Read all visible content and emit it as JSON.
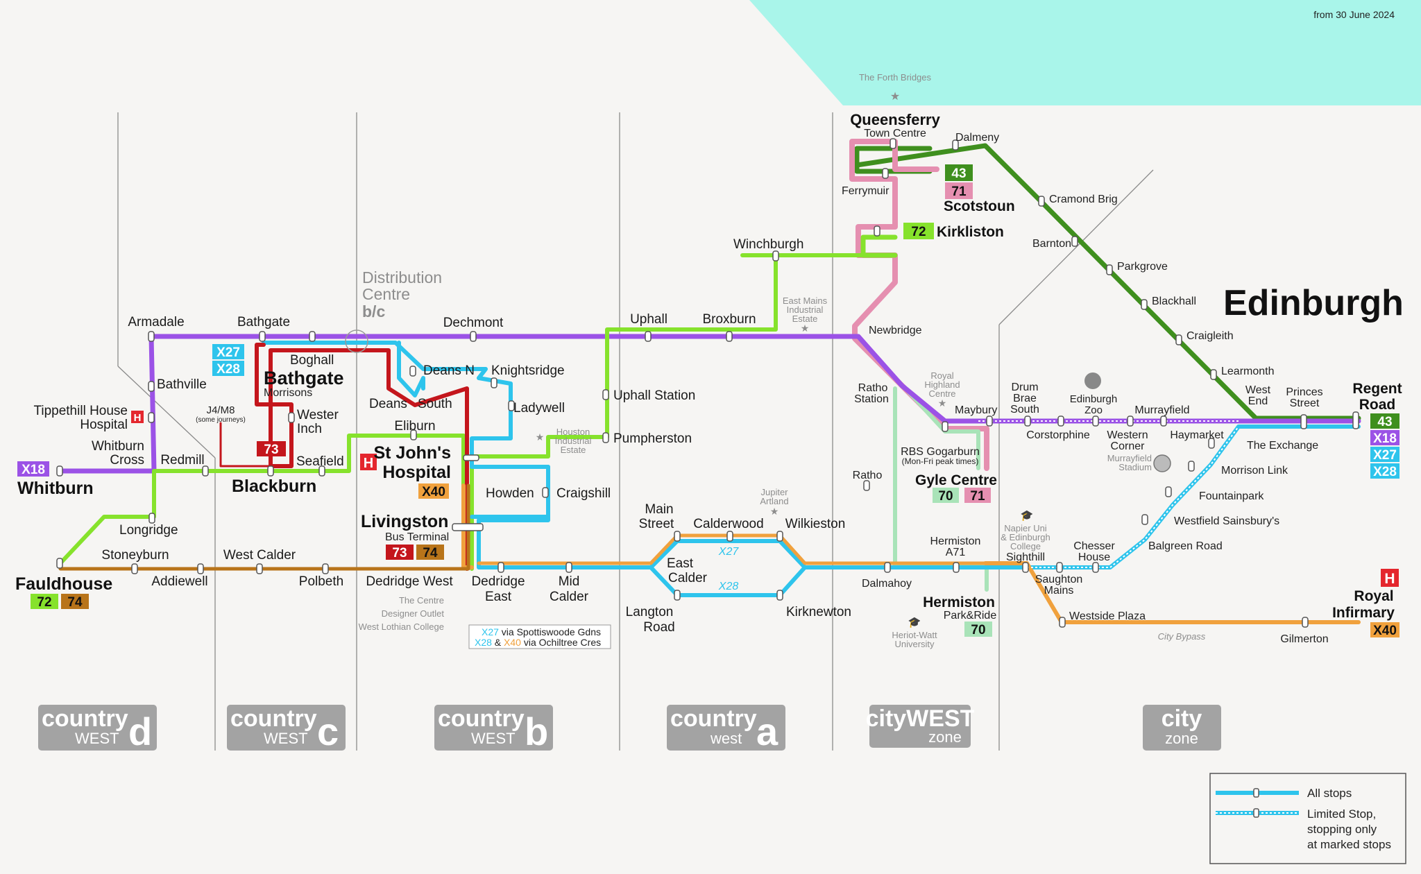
{
  "header": {
    "date": "from 30 June 2024"
  },
  "colors": {
    "x27": "#2ec4ec",
    "x18": "#9b52e6",
    "green43": "#3f8f1e",
    "lime": "#86e22c",
    "pink71": "#e58fb0",
    "red73": "#c4161c",
    "orange": "#f0a13d",
    "brown74": "#b8741a",
    "mint70": "#a9e3b8",
    "sea": "#a9f5ea",
    "hosp": "#e4262d",
    "zone": "#a3a3a3"
  },
  "city": {
    "name": "Edinburgh"
  },
  "landmarks": {
    "forth_bridges": "The Forth Bridges",
    "distribution_centre": [
      "Distribution",
      "Centre",
      "b/c"
    ],
    "east_mains": [
      "East Mains",
      "Industrial",
      "Estate"
    ],
    "royal_highland": [
      "Royal",
      "Highland",
      "Centre"
    ],
    "houston": [
      "Houston",
      "Industrial",
      "Estate"
    ],
    "jupiter": [
      "Jupiter",
      "Artland"
    ],
    "napier": [
      "Napier Uni",
      "& Edinburgh",
      "College"
    ],
    "murrayfield_stadium": [
      "Murrayfield",
      "Stadium"
    ],
    "heriot_watt": [
      "Heriot-Watt",
      "University"
    ],
    "edinburgh_zoo": [
      "Edinburgh",
      "Zoo"
    ],
    "city_bypass": "City Bypass",
    "j4m8": "J4/M8",
    "some_journeys": "(some journeys)",
    "mon_fri": "(Mon-Fri peak times)"
  },
  "stops": {
    "queensferry": "Queensferry",
    "town_centre": "Town Centre",
    "dalmeny": "Dalmeny",
    "ferrymuir": "Ferrymuir",
    "scotstoun": "Scotstoun",
    "cramond_brig": "Cramond Brig",
    "kirkliston": "Kirkliston",
    "barnton": "Barnton",
    "winchburgh": "Winchburgh",
    "parkgrove": "Parkgrove",
    "blackhall": "Blackhall",
    "craigleith": "Craigleith",
    "learmonth": "Learmonth",
    "west_end": [
      "West",
      "End"
    ],
    "princes_street": [
      "Princes",
      "Street"
    ],
    "regent_road": [
      "Regent",
      "Road"
    ],
    "newbridge": "Newbridge",
    "ratho_station": [
      "Ratho",
      "Station"
    ],
    "maybury": "Maybury",
    "drum_brae": [
      "Drum",
      "Brae",
      "South"
    ],
    "corstorphine": "Corstorphine",
    "murrayfield": "Murrayfield",
    "haymarket": "Haymarket",
    "western_corner": [
      "Western",
      "Corner"
    ],
    "the_exchange": "The Exchange",
    "morrison_link": "Morrison Link",
    "fountainpark": "Fountainpark",
    "westfield": "Westfield Sainsbury's",
    "balgreen": "Balgreen Road",
    "rbs_gogarburn": "RBS Gogarburn",
    "gyle_centre": "Gyle Centre",
    "ratho": "Ratho",
    "hermiston_a71": [
      "Hermiston",
      "A71"
    ],
    "sighthill": "Sighthill",
    "chesser": [
      "Chesser",
      "House"
    ],
    "saughton": [
      "Saughton",
      "Mains"
    ],
    "dalmahoy": "Dalmahoy",
    "hermiston_pr": "Hermiston",
    "park_ride": "Park&Ride",
    "westside_plaza": "Westside Plaza",
    "gilmerton": "Gilmerton",
    "royal_infirmary": [
      "Royal",
      "Infirmary"
    ],
    "armadale": "Armadale",
    "bathgate": "Bathgate",
    "boghall": "Boghall",
    "bathgate_m": "Bathgate",
    "morrisons": "Morrisons",
    "dechmont": "Dechmont",
    "uphall": "Uphall",
    "broxburn": "Broxburn",
    "bathville": "Bathville",
    "tippethill": [
      "Tippethill House",
      "Hospital"
    ],
    "whitburn_cross": [
      "Whitburn",
      "Cross"
    ],
    "redmill": "Redmill",
    "whitburn": "Whitburn",
    "blackburn": "Blackburn",
    "seafield": "Seafield",
    "wester_inch": [
      "Wester",
      "Inch"
    ],
    "deans_n": "Deans N",
    "deans_south": [
      "Deans",
      "South"
    ],
    "knightsridge": "Knightsridge",
    "ladywell": "Ladywell",
    "uphall_station": "Uphall Station",
    "pumpherston": "Pumpherston",
    "eliburn": "Eliburn",
    "st_johns": [
      "St John's",
      "Hospital"
    ],
    "howden": "Howden",
    "craigshill": "Craigshill",
    "livingston": "Livingston",
    "bus_terminal": "Bus Terminal",
    "longridge": "Longridge",
    "stoneyburn": "Stoneyburn",
    "west_calder": "West Calder",
    "fauldhouse": "Fauldhouse",
    "addiewell": "Addiewell",
    "polbeth": "Polbeth",
    "dedridge_west": "Dedridge West",
    "dedridge_east": [
      "Dedridge",
      "East"
    ],
    "mid_calder": [
      "Mid",
      "Calder"
    ],
    "main_street": [
      "Main",
      "Street"
    ],
    "calderwood": "Calderwood",
    "wilkieston": "Wilkieston",
    "east_calder": [
      "East",
      "Calder"
    ],
    "langton_road": [
      "Langton",
      "Road"
    ],
    "kirknewton": "Kirknewton",
    "the_centre": "The Centre",
    "designer_outlet": "Designer Outlet",
    "west_lothian_college": "West Lothian College"
  },
  "badges": {
    "r43": "43",
    "r71": "71",
    "r72": "72",
    "r70": "70",
    "r73": "73",
    "r74": "74",
    "x18": "X18",
    "x27": "X27",
    "x28": "X28",
    "x40": "X40"
  },
  "via_note": {
    "x27": "X27",
    "x27_text": " via Spottiswoode Gdns",
    "x28": "X28",
    "amp": " & ",
    "x40": "X40",
    "x40_text": " via Ochiltree Cres"
  },
  "zones": [
    {
      "a": "country",
      "b": "WEST",
      "c": "d"
    },
    {
      "a": "country",
      "b": "WEST",
      "c": "c"
    },
    {
      "a": "country",
      "b": "WEST",
      "c": "b"
    },
    {
      "a": "country",
      "b": "west",
      "c": "a"
    },
    {
      "a": "cityWEST",
      "b": "zone"
    },
    {
      "a": "city",
      "b": "zone"
    }
  ],
  "legend": {
    "all_stops": "All stops",
    "limited": [
      "Limited Stop,",
      "stopping only",
      "at marked stops"
    ]
  }
}
